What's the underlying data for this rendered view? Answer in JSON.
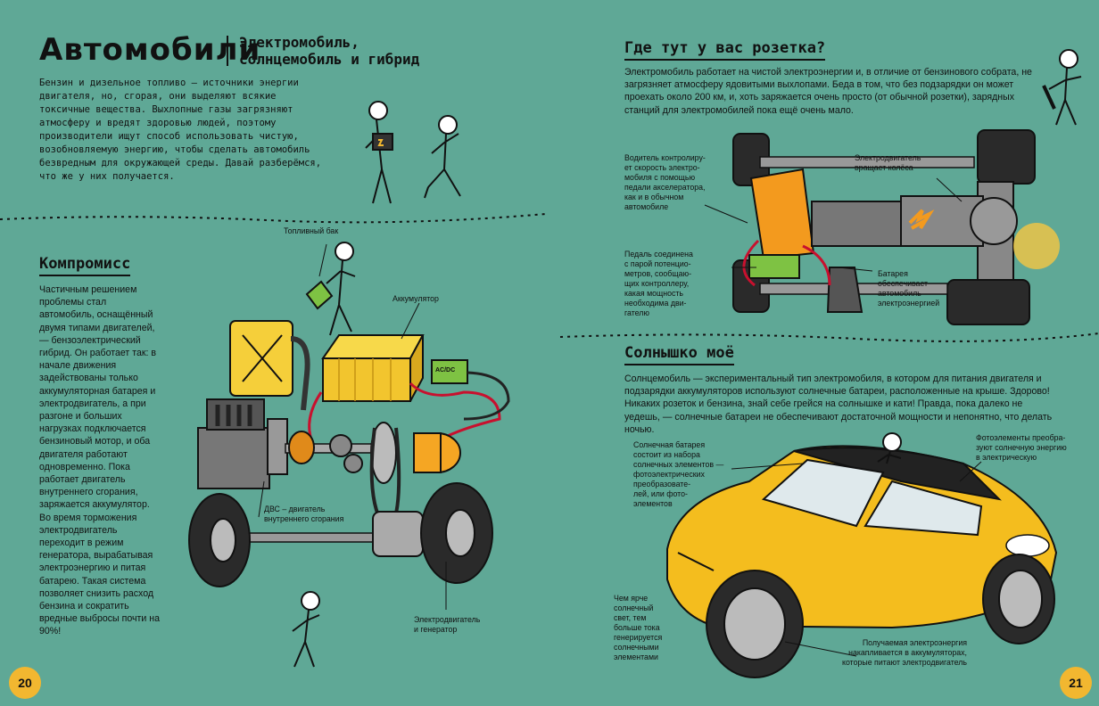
{
  "left": {
    "title": "Автомобили",
    "subtitle_line1": "Электромобиль,",
    "subtitle_line2": "солнцемобиль и гибрид",
    "intro": "Бензин и дизельное топливо – источники энергии двигателя, но, сгорая, они выделяют всякие токсичные вещества. Выхлопные газы загрязняют атмосферу и вредят здоровью людей, поэтому производители ищут способ использовать чистую, возобновляемую энергию, чтобы сделать автомобиль безвредным для окружающей среды. Давай разберёмся, что же у них получается.",
    "section_title": "Компромисс",
    "section_text": "Частичным решением проблемы стал автомобиль, оснащённый двумя типами двигателей, — бензоэлектрический гибрид. Он работает так: в начале движения задействованы только аккумуляторная батарея и электродвигатель, а при разгоне и больших нагрузках подключается бензиновый мотор, и оба двигателя работают одновременно. Пока работает двигатель внутреннего сгорания, заряжается аккумулятор. Во время торможения электродвигатель переходит в режим генератора, вырабатывая электроэнергию и питая батарею. Такая система позволяет снизить расход бензина и сократить вредные выбросы почти на 90%!",
    "labels": {
      "fuel_tank": "Топливный бак",
      "battery": "Аккумулятор",
      "ice_line1": "ДВС – двигатель",
      "ice_line2": "внутреннего сгорания",
      "motor_line1": "Электродвигатель",
      "motor_line2": "и генератор",
      "converter": "AC/DC"
    },
    "page_number": "20"
  },
  "right": {
    "section1_title": "Где тут у вас розетка?",
    "section1_text": "Электромобиль работает на чистой электроэнергии и, в отличие от бензинового собрата, не загрязняет атмосферу ядовитыми выхлопами. Беда в том, что без подзарядки он может проехать около 200 км, и, хоть заряжается очень просто (от обычной розетки), зарядных станций для электромобилей пока ещё очень мало.",
    "labels1": {
      "driver": [
        "Водитель контролиру-",
        "ет скорость электро-",
        "мобиля с помощью",
        "педали акселератора,",
        "как и в обычном",
        "автомобиле"
      ],
      "motor": [
        "Электродвигатель",
        "вращает колёса"
      ],
      "pedal": [
        "Педаль соединена",
        "с парой потенцио-",
        "метров, сообщаю-",
        "щих контроллеру,",
        "какая мощность",
        "необходима дви-",
        "гателю"
      ],
      "battery": [
        "Батарея",
        "обеспечивает",
        "автомобиль",
        "электроэнергией"
      ]
    },
    "section2_title": "Солнышко моё",
    "section2_text": "Солнцемобиль — экспериментальный тип электромобиля, в котором для питания двигателя и подзарядки аккумуляторов используют солнечные батареи, расположенные на крыше. Здорово! Никаких розеток и бензина, знай себе грейся на солнышке и кати! Правда, пока далеко не уедешь, — солнечные батареи не обеспечивают достаточной мощности и непонятно, что делать ночью.",
    "labels2": {
      "solar": [
        "Солнечная батарея",
        "состоит из набора",
        "солнечных элементов —",
        "фотоэлектрических",
        "преобразовате-",
        "лей, или фото-",
        "элементов"
      ],
      "photocells": [
        "Фотоэлементы преобра-",
        "зуют солнечную энергию",
        "в электрическую"
      ],
      "brighter": [
        "Чем ярче",
        "солнечный",
        "свет, тем",
        "больше тока",
        "генерируется",
        "солнечными",
        "элементами"
      ],
      "stored": [
        "Получаемая электроэнергия",
        "накапливается в аккумуляторах,",
        "которые питают электродвигатель"
      ]
    },
    "page_number": "21"
  },
  "colors": {
    "page_bg": "#5fa896",
    "accent_yellow": "#f2b730",
    "orange": "#f39a1e",
    "ink": "#111111"
  }
}
